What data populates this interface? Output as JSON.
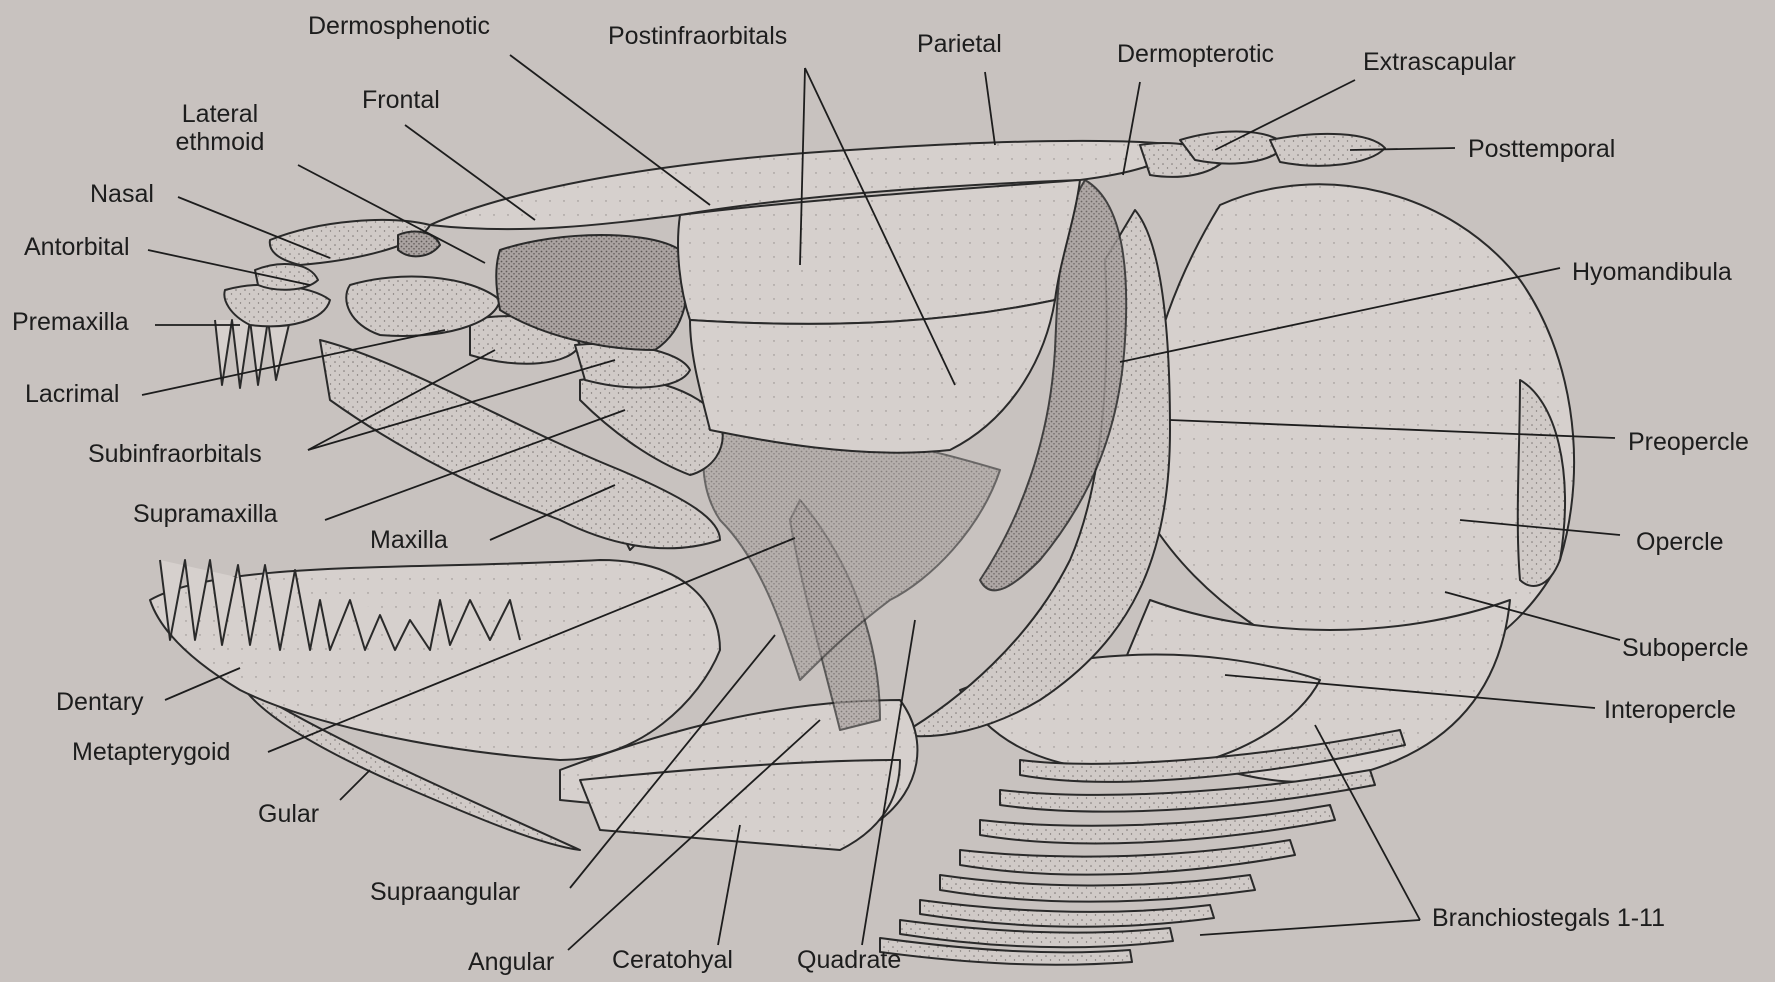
{
  "labels": {
    "dermosphenotic": "Dermosphenotic",
    "postinfraorbitals": "Postinfraorbitals",
    "parietal": "Parietal",
    "dermopterotic": "Dermopterotic",
    "extrascapular": "Extrascapular",
    "lateral_ethmoid_line1": "Lateral",
    "lateral_ethmoid_line2": "ethmoid",
    "frontal": "Frontal",
    "posttemporal": "Posttemporal",
    "nasal": "Nasal",
    "antorbital": "Antorbital",
    "hyomandibula": "Hyomandibula",
    "premaxilla": "Premaxilla",
    "lacrimal": "Lacrimal",
    "preopercle": "Preopercle",
    "subinfraorbitals": "Subinfraorbitals",
    "opercle": "Opercle",
    "supramaxilla": "Supramaxilla",
    "maxilla": "Maxilla",
    "subopercle": "Subopercle",
    "dentary": "Dentary",
    "interopercle": "Interopercle",
    "metapterygoid": "Metapterygoid",
    "gular": "Gular",
    "supraangular": "Supraangular",
    "branchiostegals": "Branchiostegals 1-11",
    "angular": "Angular",
    "ceratohyal": "Ceratohyal",
    "quadrate": "Quadrate"
  },
  "colors": {
    "background": "#c8c2bf",
    "bone": "#d3cdca",
    "stipple": "#8a8482",
    "dark_bone": "#9d9694",
    "ink": "#1d1d1d"
  }
}
